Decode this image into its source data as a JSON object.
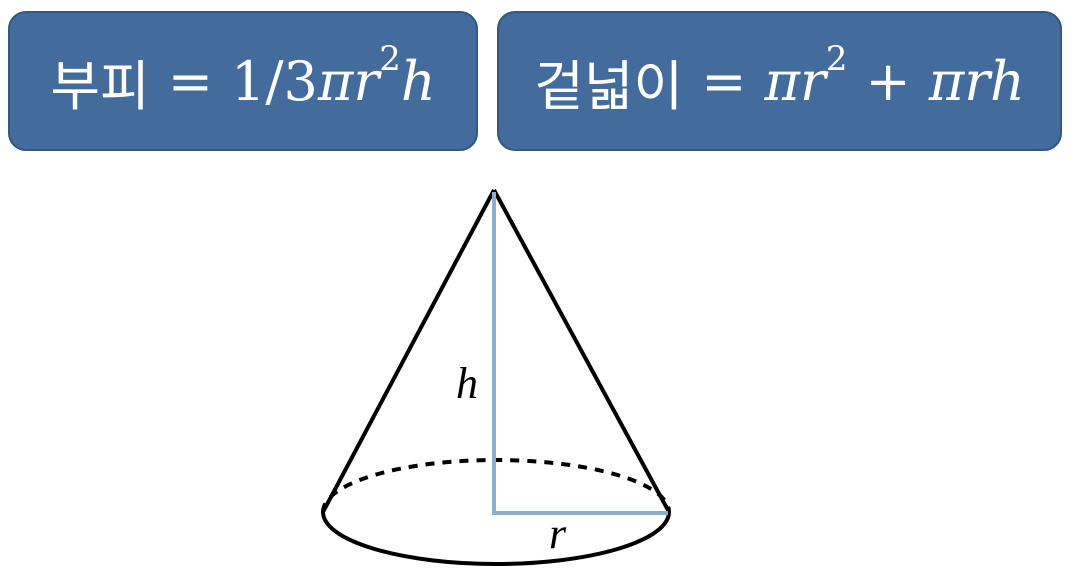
{
  "formulas": {
    "volume": {
      "label": "부피",
      "equals": "=",
      "coef": "1/3",
      "pi": "π",
      "r": "r",
      "exp": "2",
      "h": "h"
    },
    "area": {
      "label": "겉넓이",
      "equals": "=",
      "pi1": "π",
      "r1": "r",
      "exp": "2",
      "plus": "+",
      "pi2": "π",
      "r2": "r",
      "h": "h"
    }
  },
  "cone": {
    "height_label": "h",
    "radius_label": "r",
    "height_color": "#8eaecd",
    "outline_color": "#000000"
  },
  "colors": {
    "box_fill": "#436b9b",
    "box_border": "#34567f",
    "box_text": "#ffffff"
  }
}
